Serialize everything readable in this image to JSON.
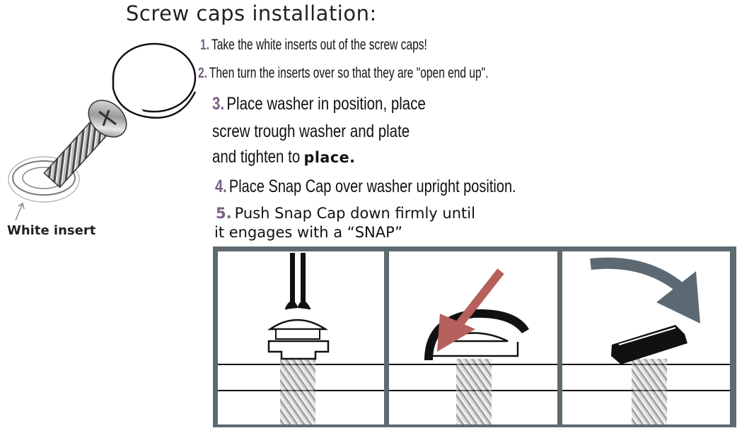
{
  "title": "Screw caps installation:",
  "steps": [
    {
      "num": "1.",
      "text": "Take the white inserts out of the screw caps!"
    },
    {
      "num": "2.",
      "text": "Then turn the inserts over so that they are \"open end up\"."
    },
    {
      "num": "3.",
      "text": "Place washer in position, place",
      "line2": "screw trough washer and plate",
      "line3": "and tighten to",
      "line3_bold": "place."
    },
    {
      "num": "4.",
      "text": "Place Snap Cap over washer upright position."
    },
    {
      "num": "5.",
      "text": "Push Snap Cap down firmly until",
      "line2": "it engages with a “SNAP”"
    }
  ],
  "labels": {
    "white_insert": "White insert"
  },
  "colors": {
    "step_number": "#7b5f86",
    "arrow_red": "#b5605c",
    "arrow_gray": "#5d6972",
    "panel_frame": "#3f4a50"
  },
  "icons": [
    "screw-icon",
    "cap-icon",
    "washer-icon",
    "screwdriver-icon",
    "red-arrow-icon",
    "curved-arrow-icon"
  ]
}
